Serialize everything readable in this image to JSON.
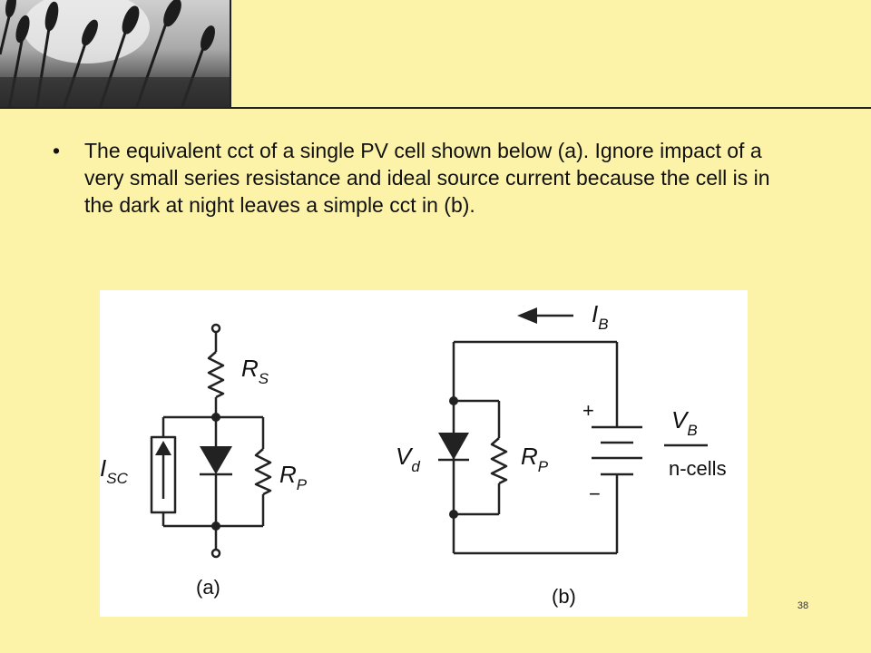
{
  "slide": {
    "bullet_text": "The equivalent cct of a single PV cell shown below (a). Ignore impact of a very small series resistance and ideal source current because the cell is in the dark at night leaves a simple cct in (b).",
    "slide_number": "38"
  },
  "figure": {
    "a": {
      "rs_main": "R",
      "rs_sub": "S",
      "rp_main": "R",
      "rp_sub": "P",
      "isc_main": "I",
      "isc_sub": "SC",
      "caption": "(a)"
    },
    "b": {
      "ib_main": "I",
      "ib_sub": "B",
      "vd_main": "V",
      "vd_sub": "d",
      "rp_main": "R",
      "rp_sub": "P",
      "vb_main": "V",
      "vb_sub": "B",
      "ncells": "n-cells",
      "plus": "+",
      "minus": "−",
      "caption": "(b)"
    }
  }
}
